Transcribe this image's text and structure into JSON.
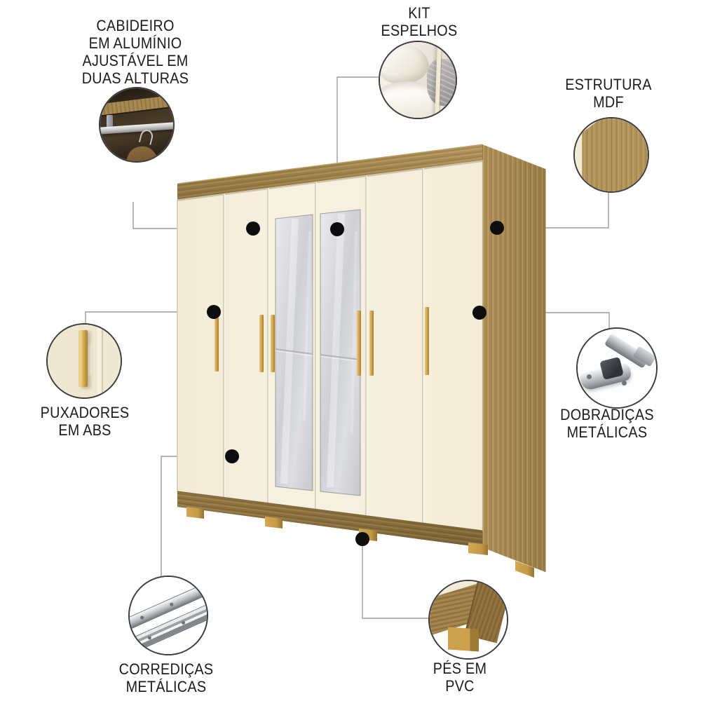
{
  "product": {
    "type": "wardrobe-feature-infographic",
    "callouts": [
      {
        "id": "cabideiro",
        "label": "CABIDEIRO\nEM ALUMÍNIO\nAJUSTÁVEL EM\nDUAS ALTURAS"
      },
      {
        "id": "kit-espelhos",
        "label": "KIT\nESPELHOS"
      },
      {
        "id": "estrutura",
        "label": "ESTRUTURA\nMDF"
      },
      {
        "id": "puxadores",
        "label": "PUXADORES\nEM ABS"
      },
      {
        "id": "dobradicas",
        "label": "DOBRADIÇAS\nMETÁLICAS"
      },
      {
        "id": "corredicas",
        "label": "CORREDIÇAS\nMETÁLICAS"
      },
      {
        "id": "pes",
        "label": "PÉS EM\nPVC"
      }
    ],
    "colors": {
      "wood": "#a78a50",
      "wood_dark": "#8f7543",
      "door_cream": "#f5eedb",
      "handle_gold": "#d2a855",
      "mirror_gray": "#d6d6d8",
      "feet_tan": "#c59c4a",
      "dot_black": "#0d0d0d",
      "connector_gray": "#9c9c9c",
      "text": "#1c1c1c"
    },
    "door_count": 6,
    "mirror_door_count": 2
  }
}
